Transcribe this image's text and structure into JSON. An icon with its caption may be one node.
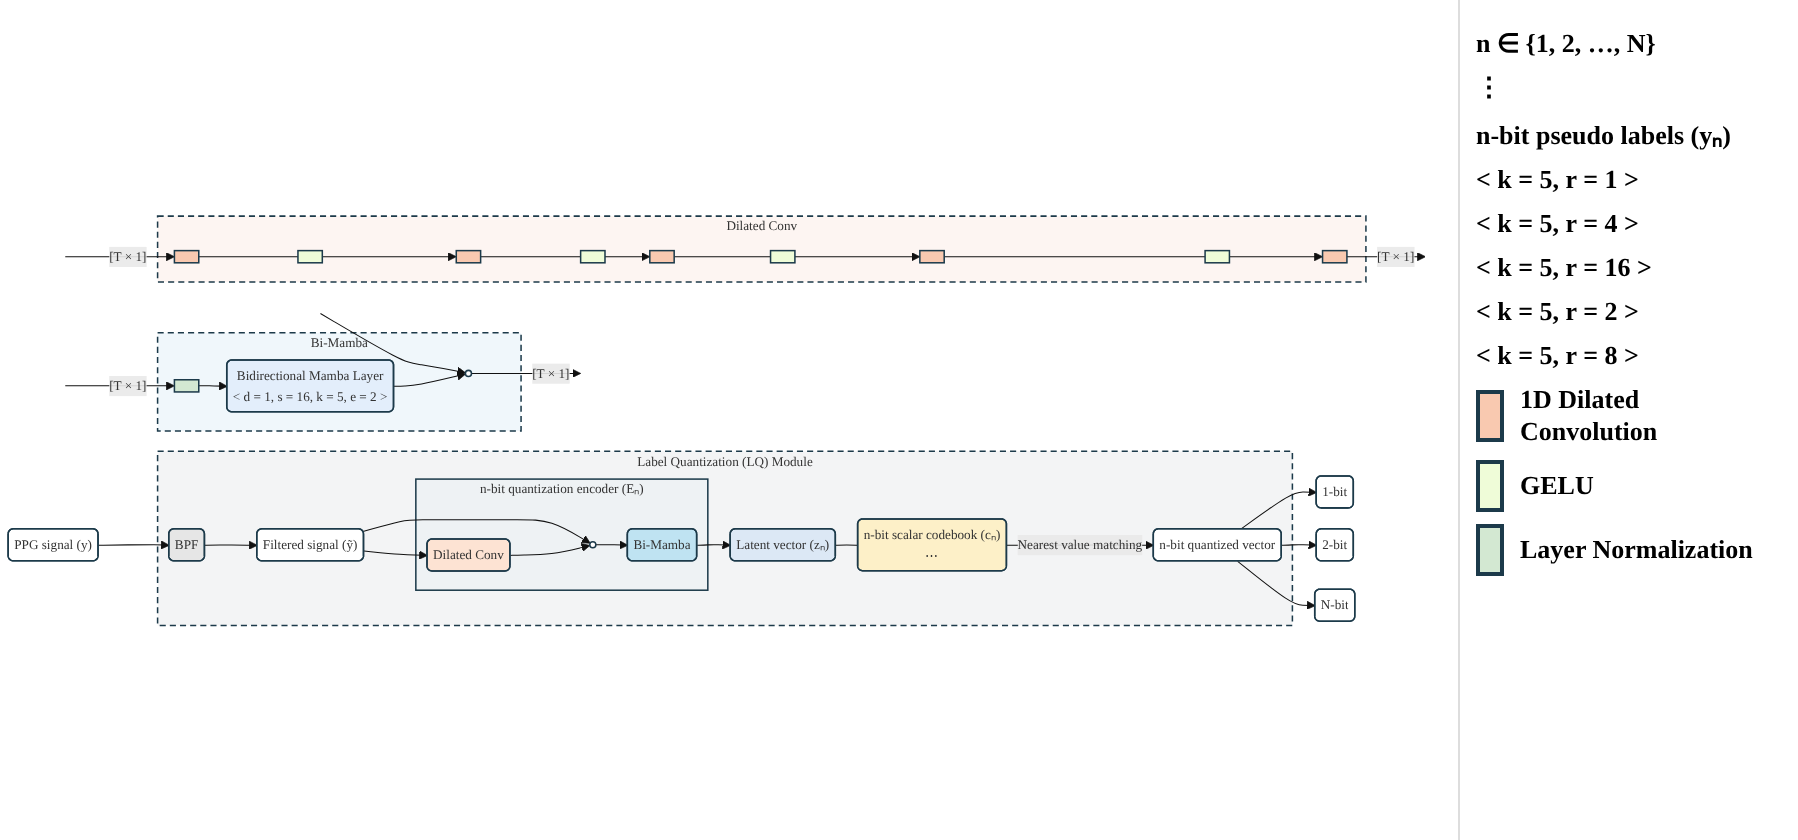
{
  "diagram": {
    "nodes": [
      {
        "text": [
          "Label Quantization (LQ) Module"
        ]
      },
      {
        "text": [
          "PPG signal (y)"
        ]
      },
      {
        "text": [
          "BPF"
        ],
        "in": 0
      },
      {
        "text": [
          "Filtered signal (ỹ)"
        ],
        "in": 0
      },
      {
        "text": [
          "n-bit quantization encoder (Eₙ)"
        ],
        "in": 0
      },
      {
        "text": [
          "Dilated Conv"
        ],
        "in": 4
      },
      {
        "text": [],
        "shape": "circle",
        "in": 4
      },
      {
        "text": [
          "Bi-Mamba"
        ],
        "in": 4
      },
      {
        "text": [
          "Latent vector (zₙ)"
        ],
        "in": 0
      },
      {
        "text": [
          "n-bit scalar codebook (cₙ)",
          "⋯"
        ],
        "in": 0
      },
      {
        "text": [
          "n-bit quantized vector"
        ],
        "in": 0
      },
      {
        "text": [
          "1-bit"
        ]
      },
      {
        "text": [
          "2-bit"
        ]
      },
      {
        "text": [
          "N-bit"
        ]
      },
      {
        "text": [
          "Dilated Conv"
        ]
      },
      {
        "text": [],
        "shape": "bar",
        "in": 14
      },
      {
        "text": [],
        "shape": "bar",
        "in": 14
      },
      {
        "text": [],
        "shape": "bar",
        "in": 14
      },
      {
        "text": [],
        "shape": "bar",
        "in": 14
      },
      {
        "text": [],
        "shape": "bar",
        "in": 14
      },
      {
        "text": [],
        "shape": "bar",
        "in": 14
      },
      {
        "text": [],
        "shape": "bar",
        "in": 14
      },
      {
        "text": [],
        "shape": "bar",
        "in": 14
      },
      {
        "text": [],
        "shape": "bar",
        "in": 14
      },
      {
        "text": [
          "Bi-Mamba"
        ]
      },
      {
        "text": [],
        "shape": "bar",
        "in": 24
      },
      {
        "text": [
          "Bidirectional Mamba Layer",
          "< d = 1, s = 16, k = 5, e = 2 >"
        ],
        "in": 24
      },
      {
        "text": [],
        "shape": "circle",
        "in": 24
      }
    ],
    "edges": [
      {
        "from": 1,
        "to": 2,
        "arrow": "to"
      },
      {
        "from": 2,
        "to": 3,
        "arrow": "to"
      },
      {
        "from": 3,
        "to": 5,
        "arrow": "to"
      },
      {
        "from": 3,
        "to": 6,
        "arrow": "to"
      },
      {
        "from": 5,
        "to": 6,
        "arrow": "to"
      },
      {
        "from": 6,
        "to": 7,
        "arrow": "to"
      },
      {
        "from": 7,
        "to": 8,
        "arrow": "to"
      },
      {
        "from": 8,
        "to": 9,
        "arrow": "none"
      },
      {
        "from": 9,
        "to": 10,
        "arrow": "to",
        "label": "Nearest value matching"
      },
      {
        "from": 10,
        "to": 11,
        "arrow": "to"
      },
      {
        "from": 10,
        "to": 12,
        "arrow": "to"
      },
      {
        "from": 10,
        "to": 13,
        "arrow": "to"
      },
      {
        "from": null,
        "to": 15,
        "arrow": "to",
        "label": "[T × 1]"
      },
      {
        "from": 15,
        "to": 16,
        "arrow": "none"
      },
      {
        "from": 16,
        "to": 17,
        "arrow": "to"
      },
      {
        "from": 17,
        "to": 18,
        "arrow": "none"
      },
      {
        "from": 18,
        "to": 19,
        "arrow": "to"
      },
      {
        "from": 19,
        "to": 20,
        "arrow": "none"
      },
      {
        "from": 20,
        "to": 21,
        "arrow": "to"
      },
      {
        "from": 21,
        "to": 22,
        "arrow": "none"
      },
      {
        "from": 22,
        "to": 23,
        "arrow": "to"
      },
      {
        "from": 23,
        "to": null,
        "arrow": "to",
        "label": "[T × 1]"
      },
      {
        "from": null,
        "to": 25,
        "arrow": "to",
        "label": "[T × 1]"
      },
      {
        "from": null,
        "to": 27,
        "arrow": "to"
      },
      {
        "from": 25,
        "to": 26,
        "arrow": "to"
      },
      {
        "from": 26,
        "to": 27,
        "arrow": "to"
      },
      {
        "from": 27,
        "to": null,
        "arrow": "to",
        "label": "[T × 1]"
      }
    ],
    "labels": [
      "n ∈ {1, 2, …, N}",
      "⋮",
      "n-bit pseudo labels (yₙ)",
      "< k = 5, r = 1 >",
      "< k = 5, r = 4 >",
      "< k = 5, r = 16 >",
      "< k = 5, r = 2 >",
      "< k = 5, r = 8 >"
    ],
    "legend": [
      {
        "text": "1D Dilated Convolution",
        "color": "#f9c9b0"
      },
      {
        "text": "GELU",
        "color": "#effcd8"
      },
      {
        "text": "Layer Normalization",
        "color": "#d3e8d2"
      }
    ]
  }
}
